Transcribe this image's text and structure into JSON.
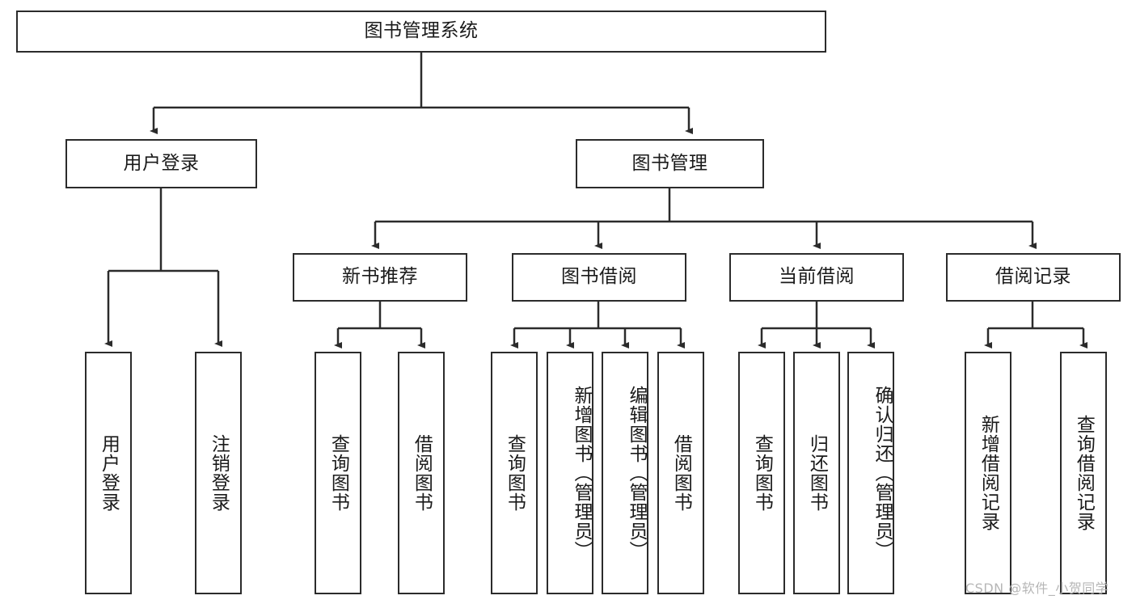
{
  "diagram": {
    "title": "图书管理系统",
    "type": "hierarchy-tree",
    "root": {
      "id": "root",
      "label": "图书管理系统",
      "orientation": "horizontal"
    },
    "level2": [
      {
        "id": "user-login",
        "label": "用户登录",
        "orientation": "horizontal"
      },
      {
        "id": "book-manage",
        "label": "图书管理",
        "orientation": "horizontal"
      }
    ],
    "level3": [
      {
        "id": "new-book-rec",
        "label": "新书推荐",
        "orientation": "horizontal",
        "parent": "book-manage"
      },
      {
        "id": "book-borrow",
        "label": "图书借阅",
        "orientation": "horizontal",
        "parent": "book-manage"
      },
      {
        "id": "current-borrow",
        "label": "当前借阅",
        "orientation": "horizontal",
        "parent": "book-manage"
      },
      {
        "id": "borrow-record",
        "label": "借阅记录",
        "orientation": "horizontal",
        "parent": "book-manage"
      }
    ],
    "leaves": [
      {
        "id": "leaf-user-login",
        "label": "用户登录",
        "orientation": "vertical",
        "parent": "user-login"
      },
      {
        "id": "leaf-user-logout",
        "label": "注销登录",
        "orientation": "vertical",
        "parent": "user-login"
      },
      {
        "id": "leaf-query-book-1",
        "label": "查询图书",
        "orientation": "vertical",
        "parent": "new-book-rec"
      },
      {
        "id": "leaf-borrow-book-1",
        "label": "借阅图书",
        "orientation": "vertical",
        "parent": "new-book-rec"
      },
      {
        "id": "leaf-query-book-2",
        "label": "查询图书",
        "orientation": "vertical",
        "parent": "book-borrow"
      },
      {
        "id": "leaf-add-book",
        "label": "新增图书（管理员）",
        "orientation": "vertical",
        "parent": "book-borrow"
      },
      {
        "id": "leaf-edit-book",
        "label": "编辑图书（管理员）",
        "orientation": "vertical",
        "parent": "book-borrow"
      },
      {
        "id": "leaf-borrow-book-2",
        "label": "借阅图书",
        "orientation": "vertical",
        "parent": "book-borrow"
      },
      {
        "id": "leaf-query-book-3",
        "label": "查询图书",
        "orientation": "vertical",
        "parent": "current-borrow"
      },
      {
        "id": "leaf-return-book",
        "label": "归还图书",
        "orientation": "vertical",
        "parent": "current-borrow"
      },
      {
        "id": "leaf-confirm-return",
        "label": "确认归还（管理员）",
        "orientation": "vertical",
        "parent": "current-borrow"
      },
      {
        "id": "leaf-add-record",
        "label": "新增借阅记录",
        "orientation": "vertical",
        "parent": "borrow-record"
      },
      {
        "id": "leaf-query-record",
        "label": "查询借阅记录",
        "orientation": "vertical",
        "parent": "borrow-record"
      }
    ],
    "colors": {
      "stroke": "#2b2b2b",
      "fill": "#ffffff",
      "text": "#1a1a1a",
      "watermark": "#b6b6b6"
    }
  },
  "watermark": {
    "text": "CSDN @软件_小贺同学"
  }
}
